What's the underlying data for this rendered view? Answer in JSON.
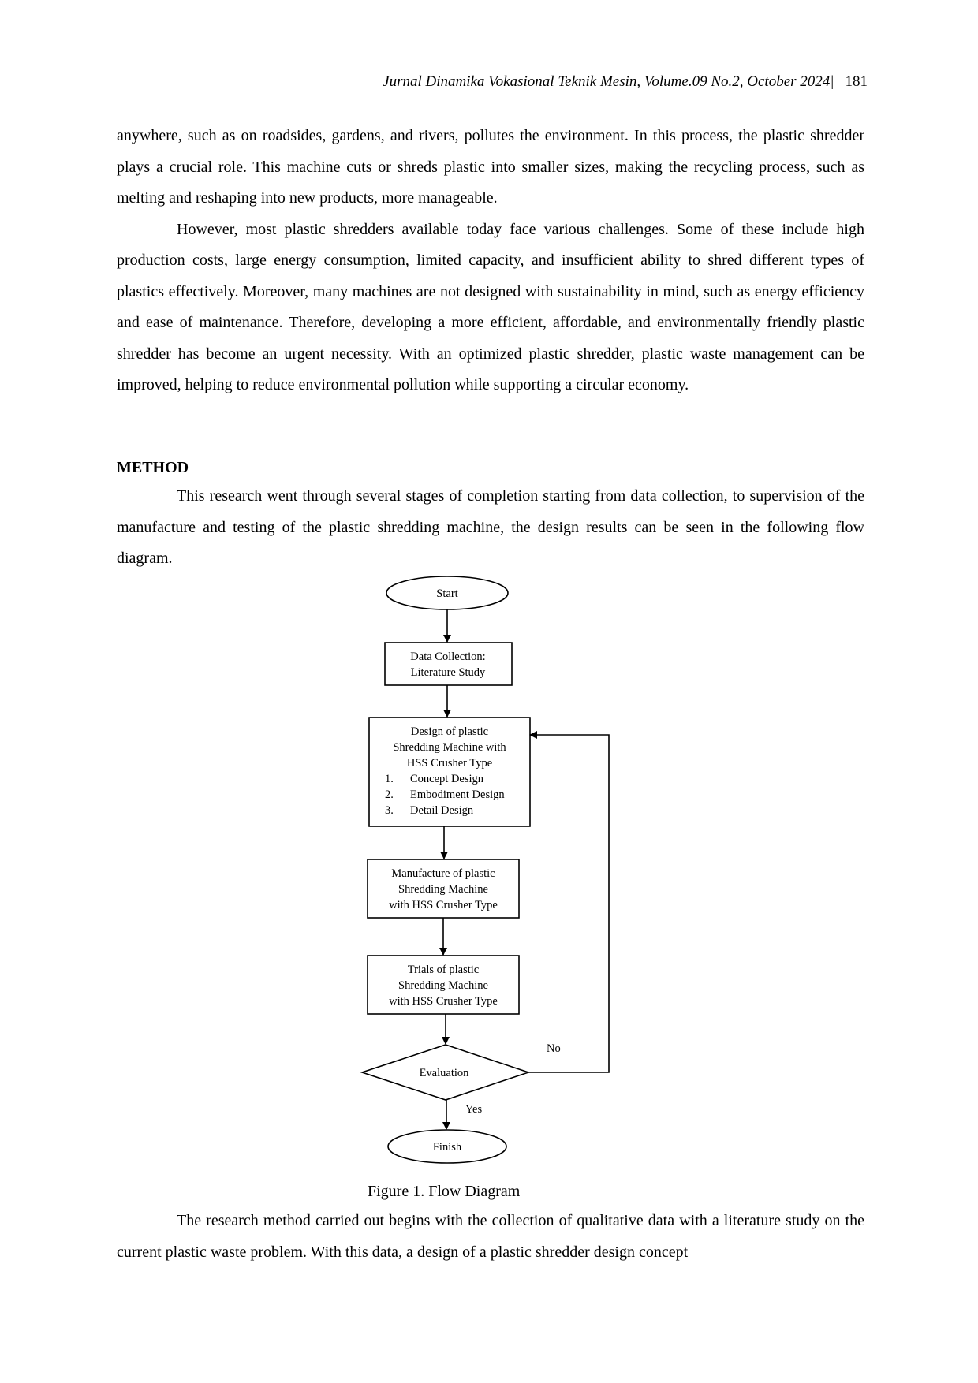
{
  "header": {
    "journal": "Jurnal Dinamika Vokasional Teknik Mesin, Volume.09 No.2, October 2024",
    "separator": "|",
    "page_number": "181"
  },
  "intro": {
    "paragraph_1": "anywhere, such as on roadsides, gardens, and rivers, pollutes the environment. In this process, the plastic shredder plays a crucial role. This machine cuts or shreds plastic into smaller sizes, making the recycling process, such as melting and reshaping into new products, more manageable.",
    "paragraph_2": "However, most plastic shredders available today face various challenges. Some of these include high production costs, large energy consumption, limited capacity, and insufficient ability to shred different types of plastics effectively. Moreover, many machines are not designed with sustainability in mind, such as energy efficiency and ease of maintenance. Therefore, developing a more efficient, affordable, and environmentally friendly plastic shredder has become an urgent necessity. With an optimized plastic shredder, plastic waste management can be improved, helping to reduce environmental pollution while supporting a circular economy."
  },
  "method": {
    "heading": "METHOD",
    "paragraph_1": "This research went through several stages of completion starting from data collection, to supervision of the manufacture and testing of the plastic shredding machine, the design results can be seen in the following flow diagram."
  },
  "flowchart": {
    "start": "Start",
    "data_collection": [
      "Data Collection:",
      "Literature Study"
    ],
    "design": [
      "Design of plastic",
      "Shredding Machine  with",
      "HSS Crusher Type"
    ],
    "design_steps": [
      {
        "num": "1.",
        "label": "Concept Design"
      },
      {
        "num": "2.",
        "label": "Embodiment Design"
      },
      {
        "num": "3.",
        "label": "Detail Design"
      }
    ],
    "manufacture": [
      "Manufacture of plastic",
      "Shredding Machine",
      "with HSS Crusher Type"
    ],
    "trials": [
      "Trials of plastic",
      "Shredding Machine",
      "with HSS Crusher Type"
    ],
    "evaluation": "Evaluation",
    "no_label": "No",
    "yes_label": "Yes",
    "finish": "Finish"
  },
  "figure": {
    "caption": "Figure 1. Flow Diagram"
  },
  "after_figure": {
    "paragraph_1": "The research method carried out begins with the collection of qualitative data with a literature study on the current plastic waste problem. With this data, a design of a plastic shredder design concept"
  }
}
